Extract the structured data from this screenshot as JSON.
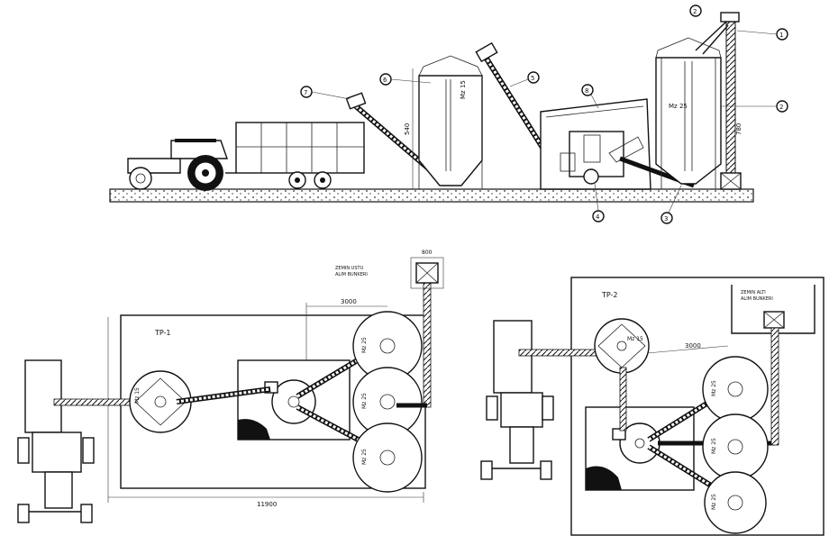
{
  "elevation": {
    "callouts": [
      "1",
      "2",
      "2",
      "3",
      "4",
      "5",
      "6",
      "7",
      "8"
    ],
    "silo_small_label": "Mz 15",
    "silo_large_label": "Mz 25",
    "dim_silo_small": "540",
    "dim_silo_large": "780"
  },
  "plan_tp1": {
    "title": "TP-1",
    "hopper_label": "ZEMIN USTU\nALIM BUNKERI",
    "dim_spacing": "3000",
    "dim_width": "11900",
    "dim_hopper": "800",
    "silo_labels": [
      "Mz 15",
      "Mz 25",
      "Mz 25",
      "Mz 25"
    ]
  },
  "plan_tp2": {
    "title": "TP-2",
    "hopper_label": "ZEMIN ALTI\nALIM BUNKERI",
    "dim_spacing": "3000",
    "silo_labels": [
      "Mz 15",
      "Mz 25",
      "Mz 25",
      "Mz 25"
    ]
  },
  "colors": {
    "line": "#111111",
    "background": "#ffffff"
  }
}
